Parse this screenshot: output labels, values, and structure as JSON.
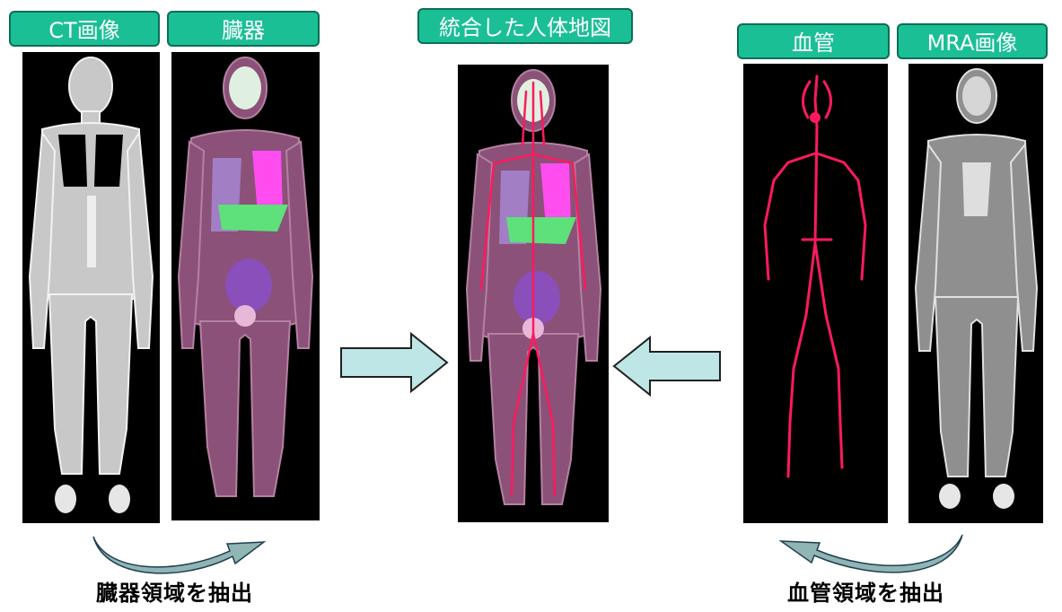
{
  "labels": {
    "ct": "CT画像",
    "organ": "臓器",
    "integrated": "統合した人体地図",
    "vessel": "血管",
    "mra": "MRA画像"
  },
  "captions": {
    "organ_extract": "臓器領域を抽出",
    "vessel_extract": "血管領域を抽出"
  },
  "colors": {
    "label_fill": "#1bbf96",
    "label_border": "#0c6e55",
    "arrow_fill": "#bfe6e6",
    "vessel_red": "#ff1a5e",
    "organ_magenta": "#ff4df0",
    "liver_green": "#5ee07a"
  }
}
